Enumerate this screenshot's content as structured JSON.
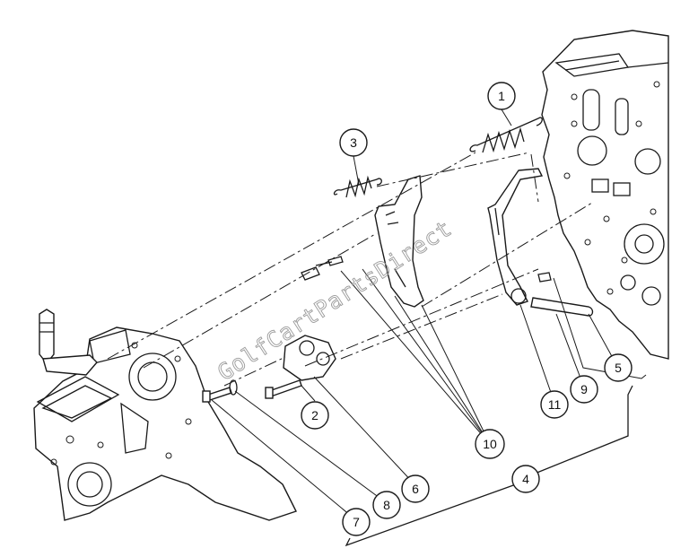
{
  "watermark": "GolfCartPartsDirect",
  "callouts": [
    {
      "label": "1"
    },
    {
      "label": "2"
    },
    {
      "label": "3"
    },
    {
      "label": "4"
    },
    {
      "label": "5"
    },
    {
      "label": "6"
    },
    {
      "label": "7"
    },
    {
      "label": "8"
    },
    {
      "label": "9"
    },
    {
      "label": "10"
    },
    {
      "label": "11"
    }
  ]
}
